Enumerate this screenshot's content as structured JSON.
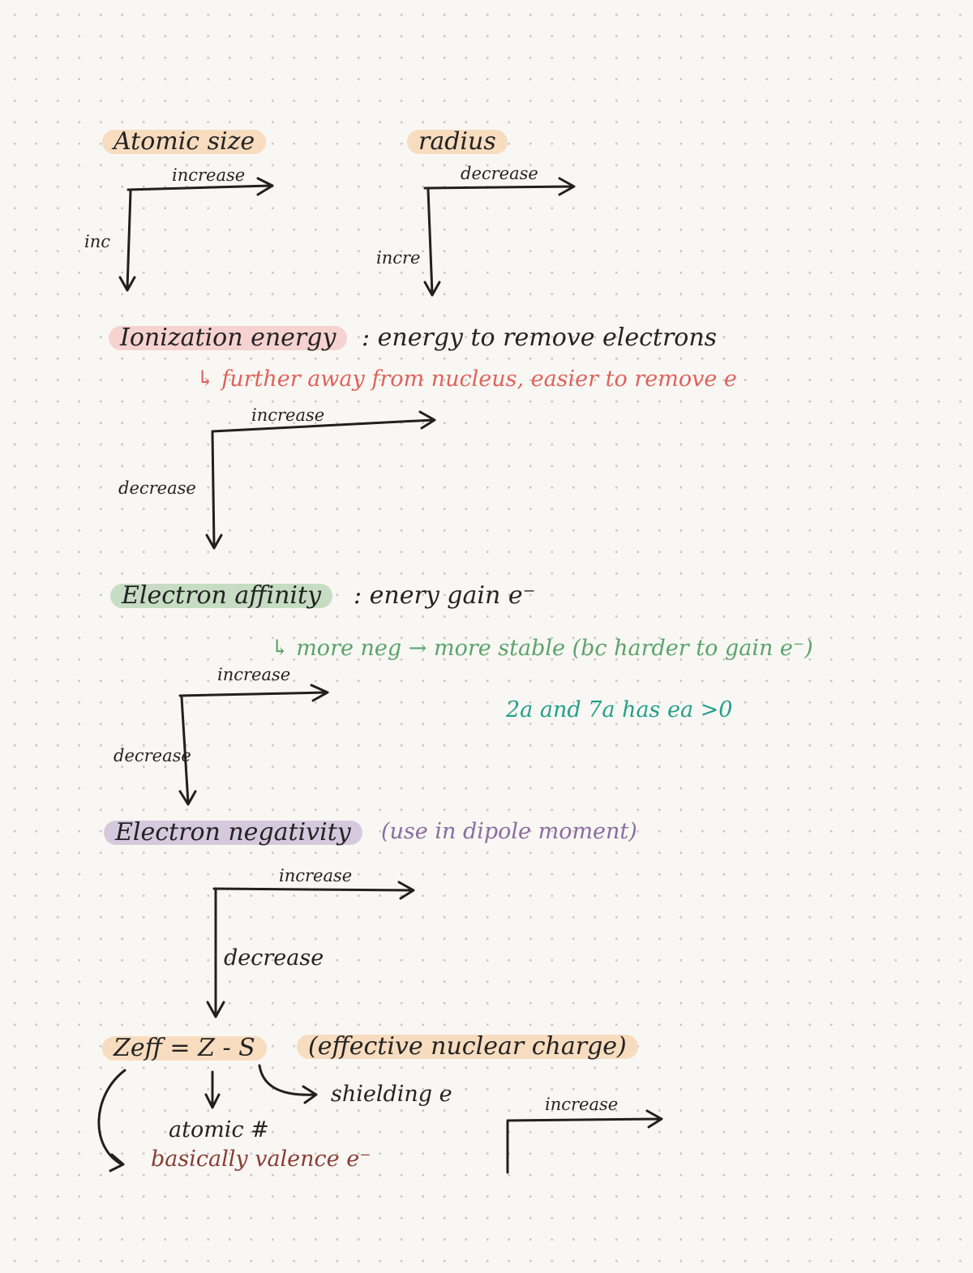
{
  "colors": {
    "ink": "#232323",
    "highlight_peach": "#f7dcbf",
    "highlight_pink": "#f6d2d0",
    "highlight_green": "#c6dcc3",
    "highlight_lilac": "#d6c9dd",
    "note_red": "#e0625c",
    "note_green": "#5aa46b",
    "note_teal": "#22a08a",
    "note_purple": "#8a6da0",
    "note_brown": "#8a3c34"
  },
  "sections": {
    "atomic_size": {
      "title": "Atomic size",
      "across": "increase",
      "down": "inc"
    },
    "radius": {
      "title": "radius",
      "across": "decrease",
      "down": "incre"
    },
    "ionization": {
      "title": "Ionization energy",
      "definition": ": energy to remove electrons",
      "note": "↳ further away from nucleus, easier to remove e",
      "across": "increase",
      "down": "decrease"
    },
    "affinity": {
      "title": "Electron affinity",
      "definition": ": enery gain e⁻",
      "note": "↳ more neg → more stable (bc harder to gain e⁻)",
      "side_note": "2a and 7a has ea >0",
      "across": "increase",
      "down": "decrease"
    },
    "negativity": {
      "title": "Electron negativity",
      "note": "(use in dipole moment)",
      "across": "increase",
      "down": "decrease"
    },
    "zeff": {
      "formula": "Zeff = Z - S",
      "meaning": "(effective nuclear charge)",
      "shielding": "shielding e",
      "atomic_number": "atomic #",
      "valence": "basically valence e⁻",
      "across": "increase"
    }
  }
}
